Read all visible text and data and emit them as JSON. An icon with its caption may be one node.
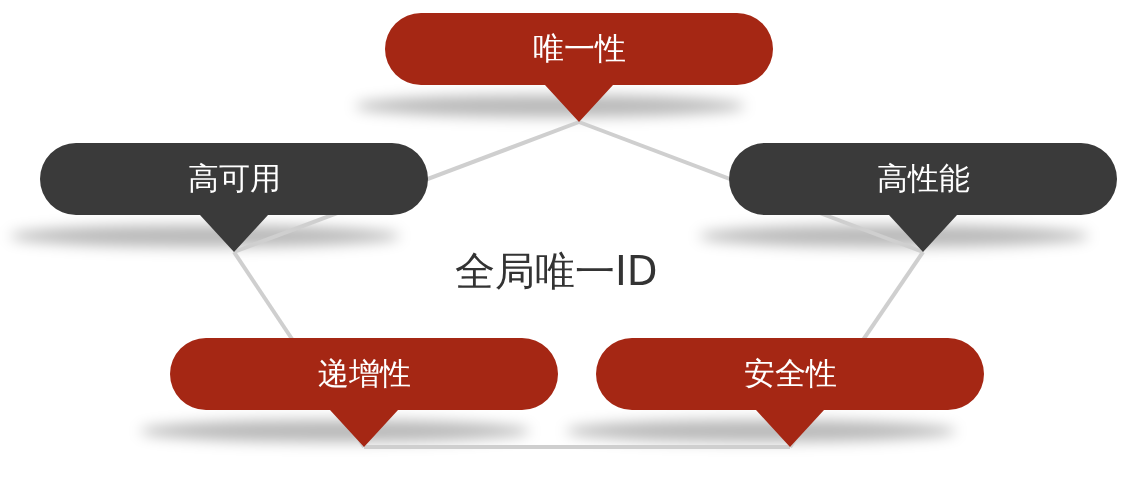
{
  "diagram": {
    "nodes": [
      {
        "text": [
          "唯一性"
        ]
      },
      {
        "text": [
          "高可用"
        ]
      },
      {
        "text": [
          "高性能"
        ]
      },
      {
        "text": [
          "全局唯一ID"
        ]
      },
      {
        "text": [
          "递增性"
        ]
      },
      {
        "text": [
          "安全性"
        ]
      }
    ],
    "edges": [
      {
        "from": 0,
        "to": 1,
        "arrow": "none"
      },
      {
        "from": 0,
        "to": 2,
        "arrow": "none"
      },
      {
        "from": 1,
        "to": 4,
        "arrow": "none"
      },
      {
        "from": 2,
        "to": 5,
        "arrow": "none"
      },
      {
        "from": 4,
        "to": 5,
        "arrow": "none"
      }
    ]
  }
}
